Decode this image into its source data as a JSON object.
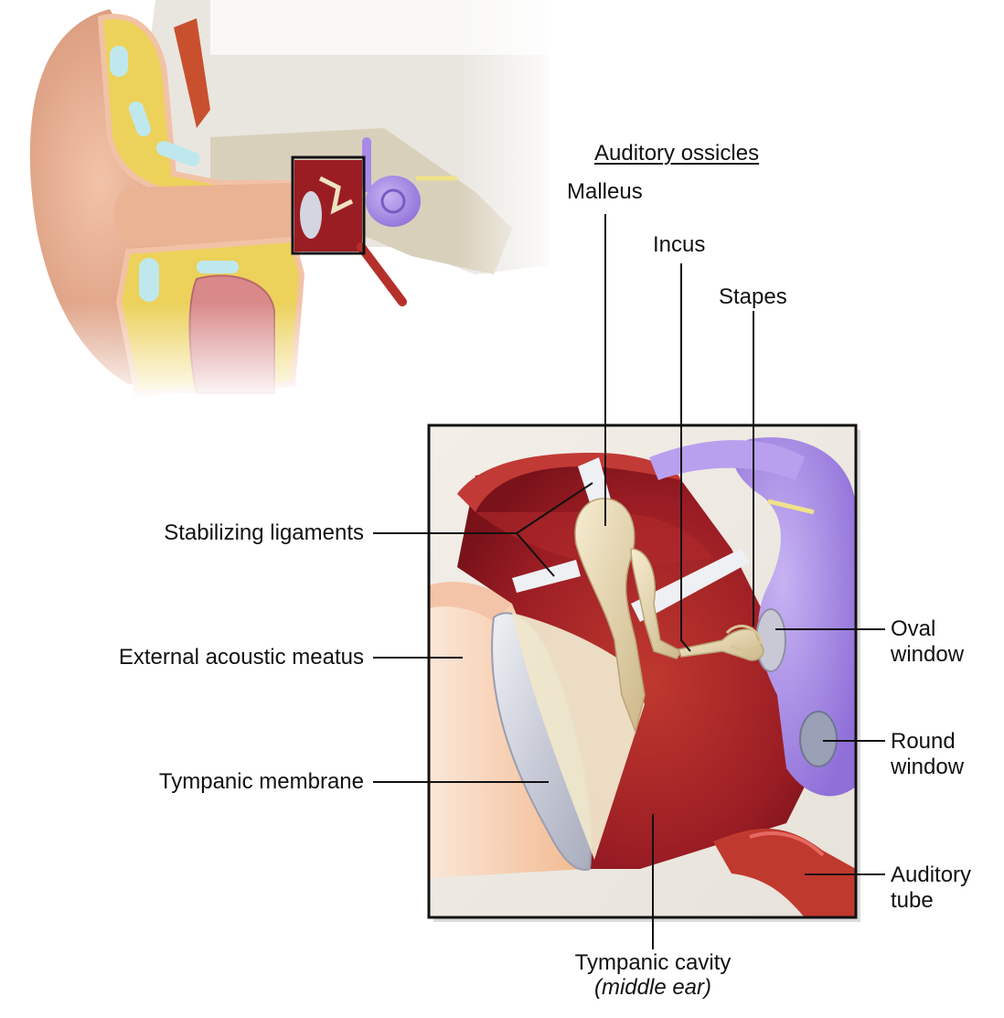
{
  "title": "Auditory ossicles",
  "labels": {
    "malleus": "Malleus",
    "incus": "Incus",
    "stapes": "Stapes",
    "stabilizing_ligaments": "Stabilizing ligaments",
    "external_acoustic_meatus": "External acoustic meatus",
    "tympanic_membrane": "Tympanic membrane",
    "oval_window": [
      "Oval",
      "window"
    ],
    "round_window": [
      "Round",
      "window"
    ],
    "auditory_tube": [
      "Auditory",
      "tube"
    ],
    "tympanic_cavity": "Tympanic cavity",
    "tympanic_cavity_note": "(middle ear)"
  },
  "colors": {
    "skin": "#e6a98a",
    "fat": "#eed35a",
    "cartilage_blue": "#bfe8ee",
    "bone": "#ddd6c4",
    "cavity_red": "#9b1d24",
    "cochlea_purple": "#a98ae6",
    "ossicle": "#eadbb0",
    "membrane": "#d9dbe3",
    "leader_line": "#111111"
  }
}
